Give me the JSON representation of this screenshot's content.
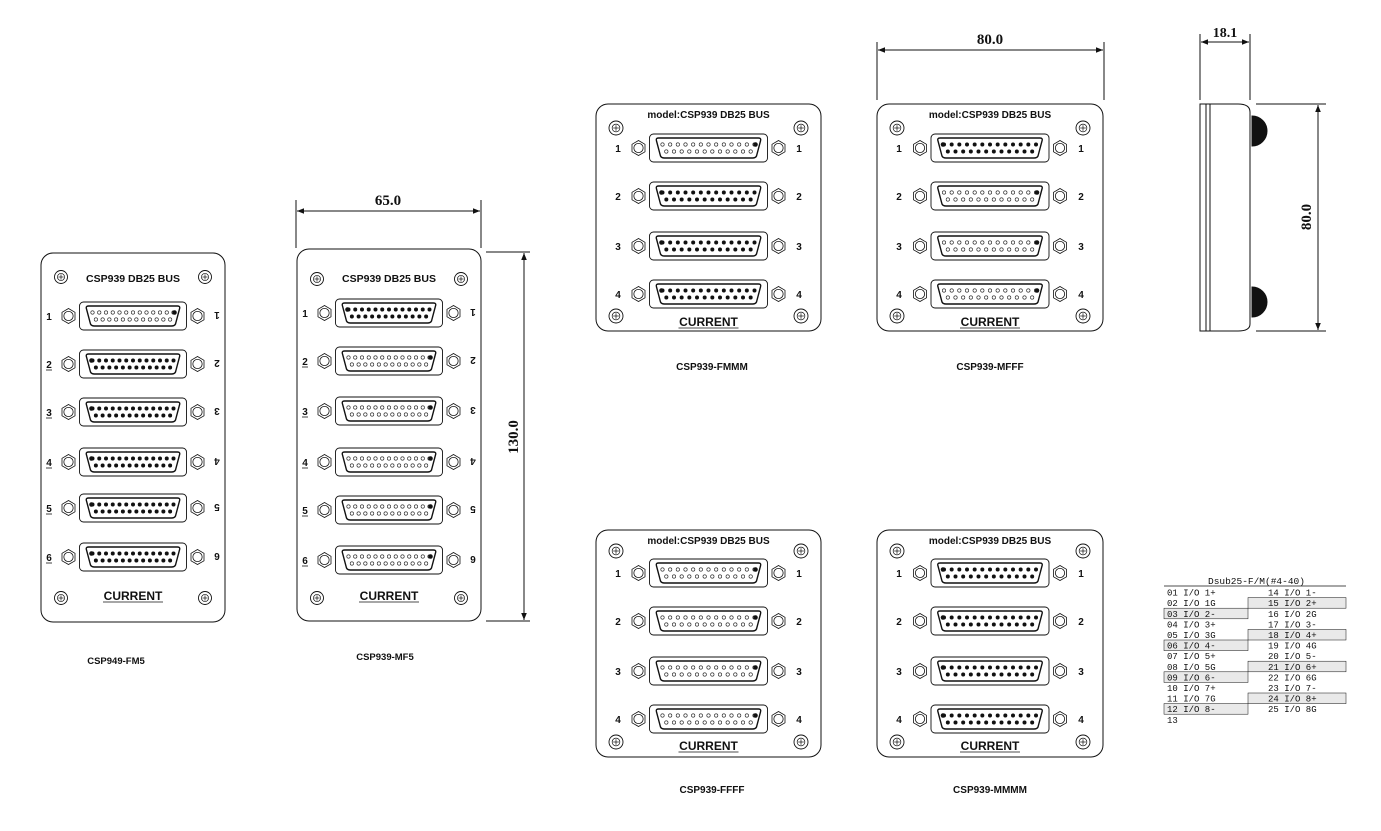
{
  "colors": {
    "line": "#111111",
    "panel": "#ffffff",
    "table_shade": "#e9e9e9"
  },
  "panels": [
    {
      "id": "csp949-fm5",
      "header": "CSP939 DB25 BUS",
      "footer": "CURRENT",
      "caption": "CSP949-FM5",
      "mirrored_right_labels": true,
      "ports": [
        {
          "left": "1",
          "right": "1",
          "gender": "female"
        },
        {
          "left": "2",
          "right": "2",
          "gender": "male"
        },
        {
          "left": "3",
          "right": "3",
          "gender": "male"
        },
        {
          "left": "4",
          "right": "4",
          "gender": "male"
        },
        {
          "left": "5",
          "right": "5",
          "gender": "male"
        },
        {
          "left": "6",
          "right": "6",
          "gender": "male"
        }
      ]
    },
    {
      "id": "csp939-mf5",
      "header": "CSP939 DB25 BUS",
      "footer": "CURRENT",
      "caption": "CSP939-MF5",
      "mirrored_right_labels": true,
      "ports": [
        {
          "left": "1",
          "right": "1",
          "gender": "male"
        },
        {
          "left": "2",
          "right": "2",
          "gender": "female"
        },
        {
          "left": "3",
          "right": "3",
          "gender": "female"
        },
        {
          "left": "4",
          "right": "4",
          "gender": "female"
        },
        {
          "left": "5",
          "right": "5",
          "gender": "female"
        },
        {
          "left": "6",
          "right": "6",
          "gender": "female"
        }
      ]
    },
    {
      "id": "csp939-fmmm",
      "header": "model:CSP939 DB25 BUS",
      "footer": "CURRENT",
      "caption": "CSP939-FMMM",
      "mirrored_right_labels": false,
      "ports": [
        {
          "left": "1",
          "right": "1",
          "gender": "female"
        },
        {
          "left": "2",
          "right": "2",
          "gender": "male"
        },
        {
          "left": "3",
          "right": "3",
          "gender": "male"
        },
        {
          "left": "4",
          "right": "4",
          "gender": "male"
        }
      ]
    },
    {
      "id": "csp939-mfff",
      "header": "model:CSP939 DB25 BUS",
      "footer": "CURRENT",
      "caption": "CSP939-MFFF",
      "mirrored_right_labels": false,
      "ports": [
        {
          "left": "1",
          "right": "1",
          "gender": "male"
        },
        {
          "left": "2",
          "right": "2",
          "gender": "female"
        },
        {
          "left": "3",
          "right": "3",
          "gender": "female"
        },
        {
          "left": "4",
          "right": "4",
          "gender": "female"
        }
      ]
    },
    {
      "id": "csp939-ffff",
      "header": "model:CSP939 DB25 BUS",
      "footer": "CURRENT",
      "caption": "CSP939-FFFF",
      "mirrored_right_labels": false,
      "ports": [
        {
          "left": "1",
          "right": "1",
          "gender": "female"
        },
        {
          "left": "2",
          "right": "2",
          "gender": "female"
        },
        {
          "left": "3",
          "right": "3",
          "gender": "female"
        },
        {
          "left": "4",
          "right": "4",
          "gender": "female"
        }
      ]
    },
    {
      "id": "csp939-mmmm",
      "header": "model:CSP939 DB25 BUS",
      "footer": "CURRENT",
      "caption": "CSP939-MMMM",
      "mirrored_right_labels": false,
      "ports": [
        {
          "left": "1",
          "right": "1",
          "gender": "male"
        },
        {
          "left": "2",
          "right": "2",
          "gender": "male"
        },
        {
          "left": "3",
          "right": "3",
          "gender": "male"
        },
        {
          "left": "4",
          "right": "4",
          "gender": "male"
        }
      ]
    }
  ],
  "dimensions": {
    "width_65": "65.0",
    "height_130": "130.0",
    "width_80": "80.0",
    "side_depth": "18.1",
    "side_height": "80.0"
  },
  "pinout": {
    "title": "Dsub25-F/M(#4-40)",
    "rows": [
      {
        "left": "01 I/O 1+",
        "right": "14 I/O 1-"
      },
      {
        "left": "02 I/O 1G",
        "right": "15 I/O 2+"
      },
      {
        "left": "03 I/O 2-",
        "right": "16 I/O 2G"
      },
      {
        "left": "04 I/O 3+",
        "right": "17 I/O 3-"
      },
      {
        "left": "05 I/O 3G",
        "right": "18 I/O 4+"
      },
      {
        "left": "06 I/O 4-",
        "right": "19 I/O 4G"
      },
      {
        "left": "07 I/O 5+",
        "right": "20 I/O 5-"
      },
      {
        "left": "08 I/O 5G",
        "right": "21 I/O 6+"
      },
      {
        "left": "09 I/O 6-",
        "right": "22 I/O 6G"
      },
      {
        "left": "10 I/O 7+",
        "right": "23 I/O 7-"
      },
      {
        "left": "11 I/O 7G",
        "right": "24 I/O 8+"
      },
      {
        "left": "12 I/O 8-",
        "right": "25 I/O 8G"
      },
      {
        "left": "13",
        "right": ""
      }
    ]
  }
}
